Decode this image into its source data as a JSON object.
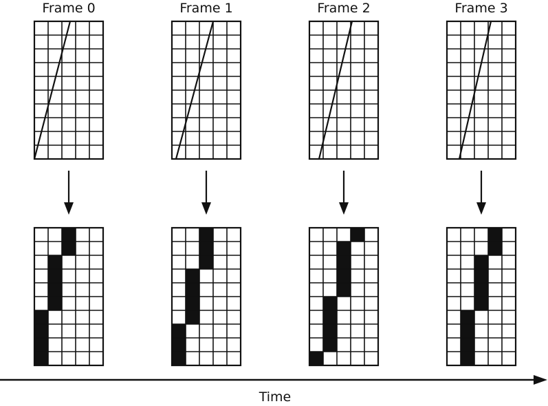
{
  "frames": [
    {
      "label": "Frame 0",
      "line": {
        "from": [
          0,
          10
        ],
        "to": [
          2.6,
          0
        ]
      },
      "filled": [
        [
          0,
          2
        ],
        [
          1,
          2
        ],
        [
          2,
          1
        ],
        [
          3,
          1
        ],
        [
          4,
          1
        ],
        [
          5,
          1
        ],
        [
          6,
          0
        ],
        [
          7,
          0
        ],
        [
          8,
          0
        ],
        [
          9,
          0
        ]
      ]
    },
    {
      "label": "Frame 1",
      "line": {
        "from": [
          0.3,
          10
        ],
        "to": [
          3.0,
          0
        ]
      },
      "filled": [
        [
          0,
          2
        ],
        [
          1,
          2
        ],
        [
          2,
          2
        ],
        [
          3,
          1
        ],
        [
          4,
          1
        ],
        [
          5,
          1
        ],
        [
          6,
          1
        ],
        [
          7,
          0
        ],
        [
          8,
          0
        ],
        [
          9,
          0
        ]
      ]
    },
    {
      "label": "Frame 2",
      "line": {
        "from": [
          0.7,
          10
        ],
        "to": [
          3.1,
          0
        ]
      },
      "filled": [
        [
          0,
          3
        ],
        [
          1,
          2
        ],
        [
          2,
          2
        ],
        [
          3,
          2
        ],
        [
          4,
          2
        ],
        [
          5,
          1
        ],
        [
          6,
          1
        ],
        [
          7,
          1
        ],
        [
          8,
          1
        ],
        [
          9,
          0
        ]
      ]
    },
    {
      "label": "Frame 3",
      "line": {
        "from": [
          0.9,
          10
        ],
        "to": [
          3.2,
          0
        ]
      },
      "filled": [
        [
          0,
          3
        ],
        [
          1,
          3
        ],
        [
          2,
          2
        ],
        [
          3,
          2
        ],
        [
          4,
          2
        ],
        [
          5,
          2
        ],
        [
          6,
          1
        ],
        [
          7,
          1
        ],
        [
          8,
          1
        ],
        [
          9,
          1
        ]
      ]
    }
  ],
  "grid": {
    "columns": 5,
    "rows": 10
  },
  "time_label": "Time",
  "colors": {
    "ink": "#111111",
    "fill": "#111111",
    "background": "#ffffff"
  }
}
